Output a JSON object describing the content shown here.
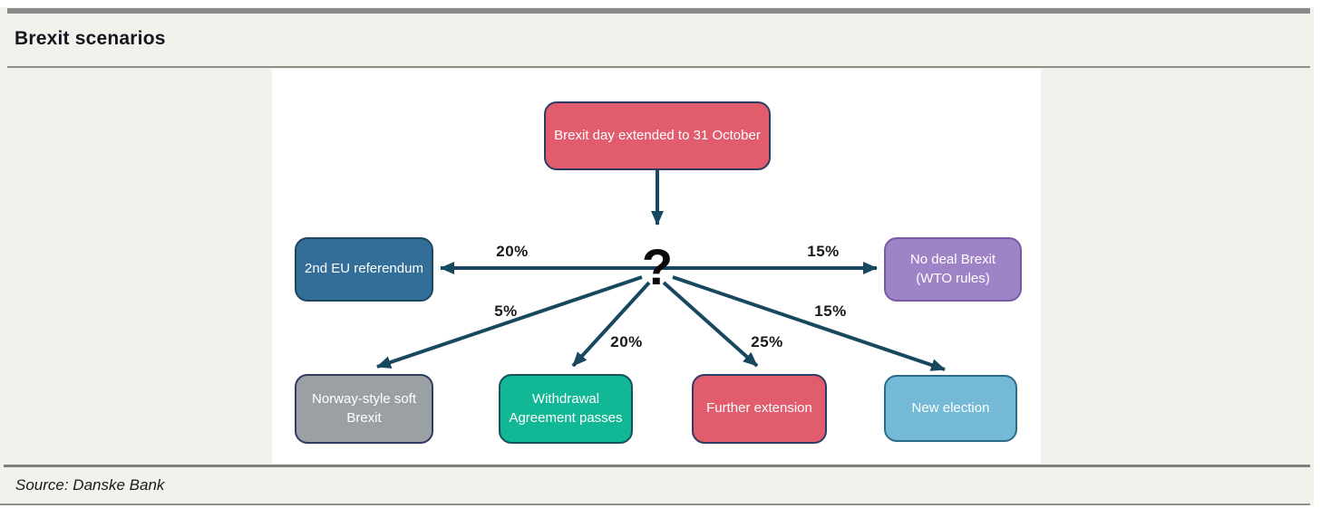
{
  "header": {
    "title": "Brexit scenarios"
  },
  "footer": {
    "source": "Source: Danske Bank"
  },
  "colors": {
    "page_background": "#F2F1EB",
    "canvas_background": "#FFFFFF",
    "top_bar": "#8A8A8A",
    "divider": "#8F8F88",
    "arrow": "#17485F",
    "node_text": "#FFFFFF",
    "label_text": "#1A1A1A"
  },
  "diagram": {
    "type": "decision-tree",
    "question_mark": "?",
    "root": {
      "label": "Brexit day extended to 31 October",
      "fill": "#E15C6D",
      "border": "#2C3C63"
    },
    "outcomes": [
      {
        "label": "2nd EU referendum",
        "probability": "20%",
        "fill": "#336E99",
        "border": "#1E4660"
      },
      {
        "label": "No deal Brexit (WTO rules)",
        "probability": "15%",
        "fill": "#9E83C6",
        "border": "#7A5AA5"
      },
      {
        "label": "Norway-style soft Brexit",
        "probability": "5%",
        "fill": "#9BA0A4",
        "border": "#2C3C63"
      },
      {
        "label": "Withdrawal Agreement passes",
        "probability": "20%",
        "fill": "#12B795",
        "border": "#14525F"
      },
      {
        "label": "Further extension",
        "probability": "25%",
        "fill": "#E15C6D",
        "border": "#2C3C63"
      },
      {
        "label": "New election",
        "probability": "15%",
        "fill": "#74BAD7",
        "border": "#2B6C8B"
      }
    ]
  }
}
